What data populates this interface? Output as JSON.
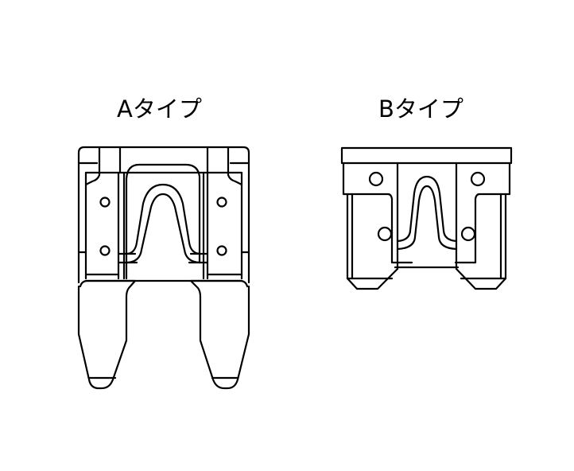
{
  "figure": {
    "background": "#ffffff",
    "line_color": "#000000",
    "fuses": [
      {
        "id": "A",
        "label": "Aタイプ",
        "description": "Mini blade fuse with two long tapered blade terminals, two rows of inspection holes on each side, and a U-shaped fuse element in the center"
      },
      {
        "id": "B",
        "label": "Bタイプ",
        "description": "Low-profile mini blade fuse with short terminals, flat top cap, one upper and one lower inspection hole on each side, and a U-shaped fuse element in the center"
      }
    ]
  }
}
